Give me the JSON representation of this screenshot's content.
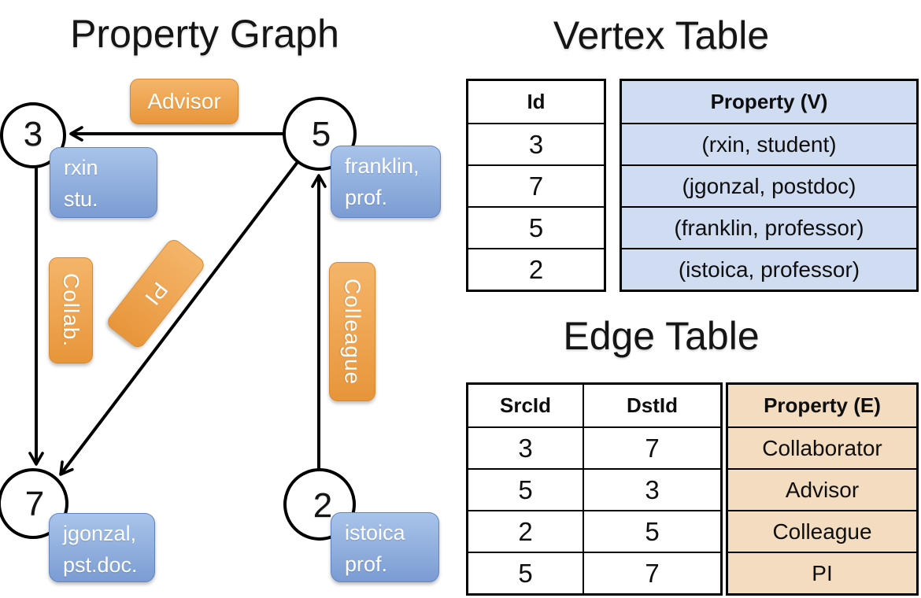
{
  "graph": {
    "title": "Property Graph",
    "nodes": [
      {
        "id": "3",
        "property_label": "rxin\nstu."
      },
      {
        "id": "5",
        "property_label": "franklin,\nprof."
      },
      {
        "id": "7",
        "property_label": "jgonzal,\npst.doc."
      },
      {
        "id": "2",
        "property_label": "istoica\nprof."
      }
    ],
    "edge_labels": {
      "advisor": "Advisor",
      "collab": "Collab.",
      "pi": "PI",
      "colleague": "Colleague"
    }
  },
  "vertex_table": {
    "title": "Vertex Table",
    "columns": {
      "id": "Id",
      "property": "Property (V)"
    },
    "rows": [
      {
        "id": "3",
        "property": "(rxin, student)"
      },
      {
        "id": "7",
        "property": "(jgonzal, postdoc)"
      },
      {
        "id": "5",
        "property": "(franklin, professor)"
      },
      {
        "id": "2",
        "property": "(istoica, professor)"
      }
    ]
  },
  "edge_table": {
    "title": "Edge Table",
    "columns": {
      "src": "SrcId",
      "dst": "DstId",
      "property": "Property (E)"
    },
    "rows": [
      {
        "src": "3",
        "dst": "7",
        "property": "Collaborator"
      },
      {
        "src": "5",
        "dst": "3",
        "property": "Advisor"
      },
      {
        "src": "2",
        "dst": "5",
        "property": "Colleague"
      },
      {
        "src": "5",
        "dst": "7",
        "property": "PI"
      }
    ]
  },
  "colors": {
    "edge_label_orange": "#ee9e42",
    "vertex_label_blue": "#8aabdd",
    "vertex_cell_blue": "#cfdcf1",
    "edge_cell_orange": "#f4dcc1",
    "line_black": "#000000"
  }
}
